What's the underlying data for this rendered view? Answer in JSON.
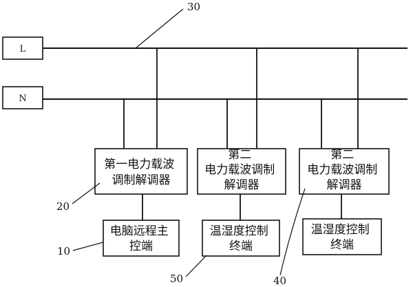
{
  "bus_lines": {
    "live_label": "L",
    "neutral_label": "N"
  },
  "callouts": {
    "power_line": "30",
    "first_modem": "20",
    "remote_master": "10",
    "terminal_a": "50",
    "second_modem_b": "40"
  },
  "boxes": {
    "first_modem": [
      "第一电力载波",
      "调制解调器"
    ],
    "second_modem_a": [
      "第二",
      "电力载波调制",
      "解调器"
    ],
    "second_modem_b": [
      "第二",
      "电力载波调制",
      "解调器"
    ],
    "remote_master": [
      "电脑远程主",
      "控端"
    ],
    "terminal_a": [
      "温湿度控制",
      "终端"
    ],
    "terminal_b": [
      "温湿度控制",
      "终端"
    ]
  }
}
